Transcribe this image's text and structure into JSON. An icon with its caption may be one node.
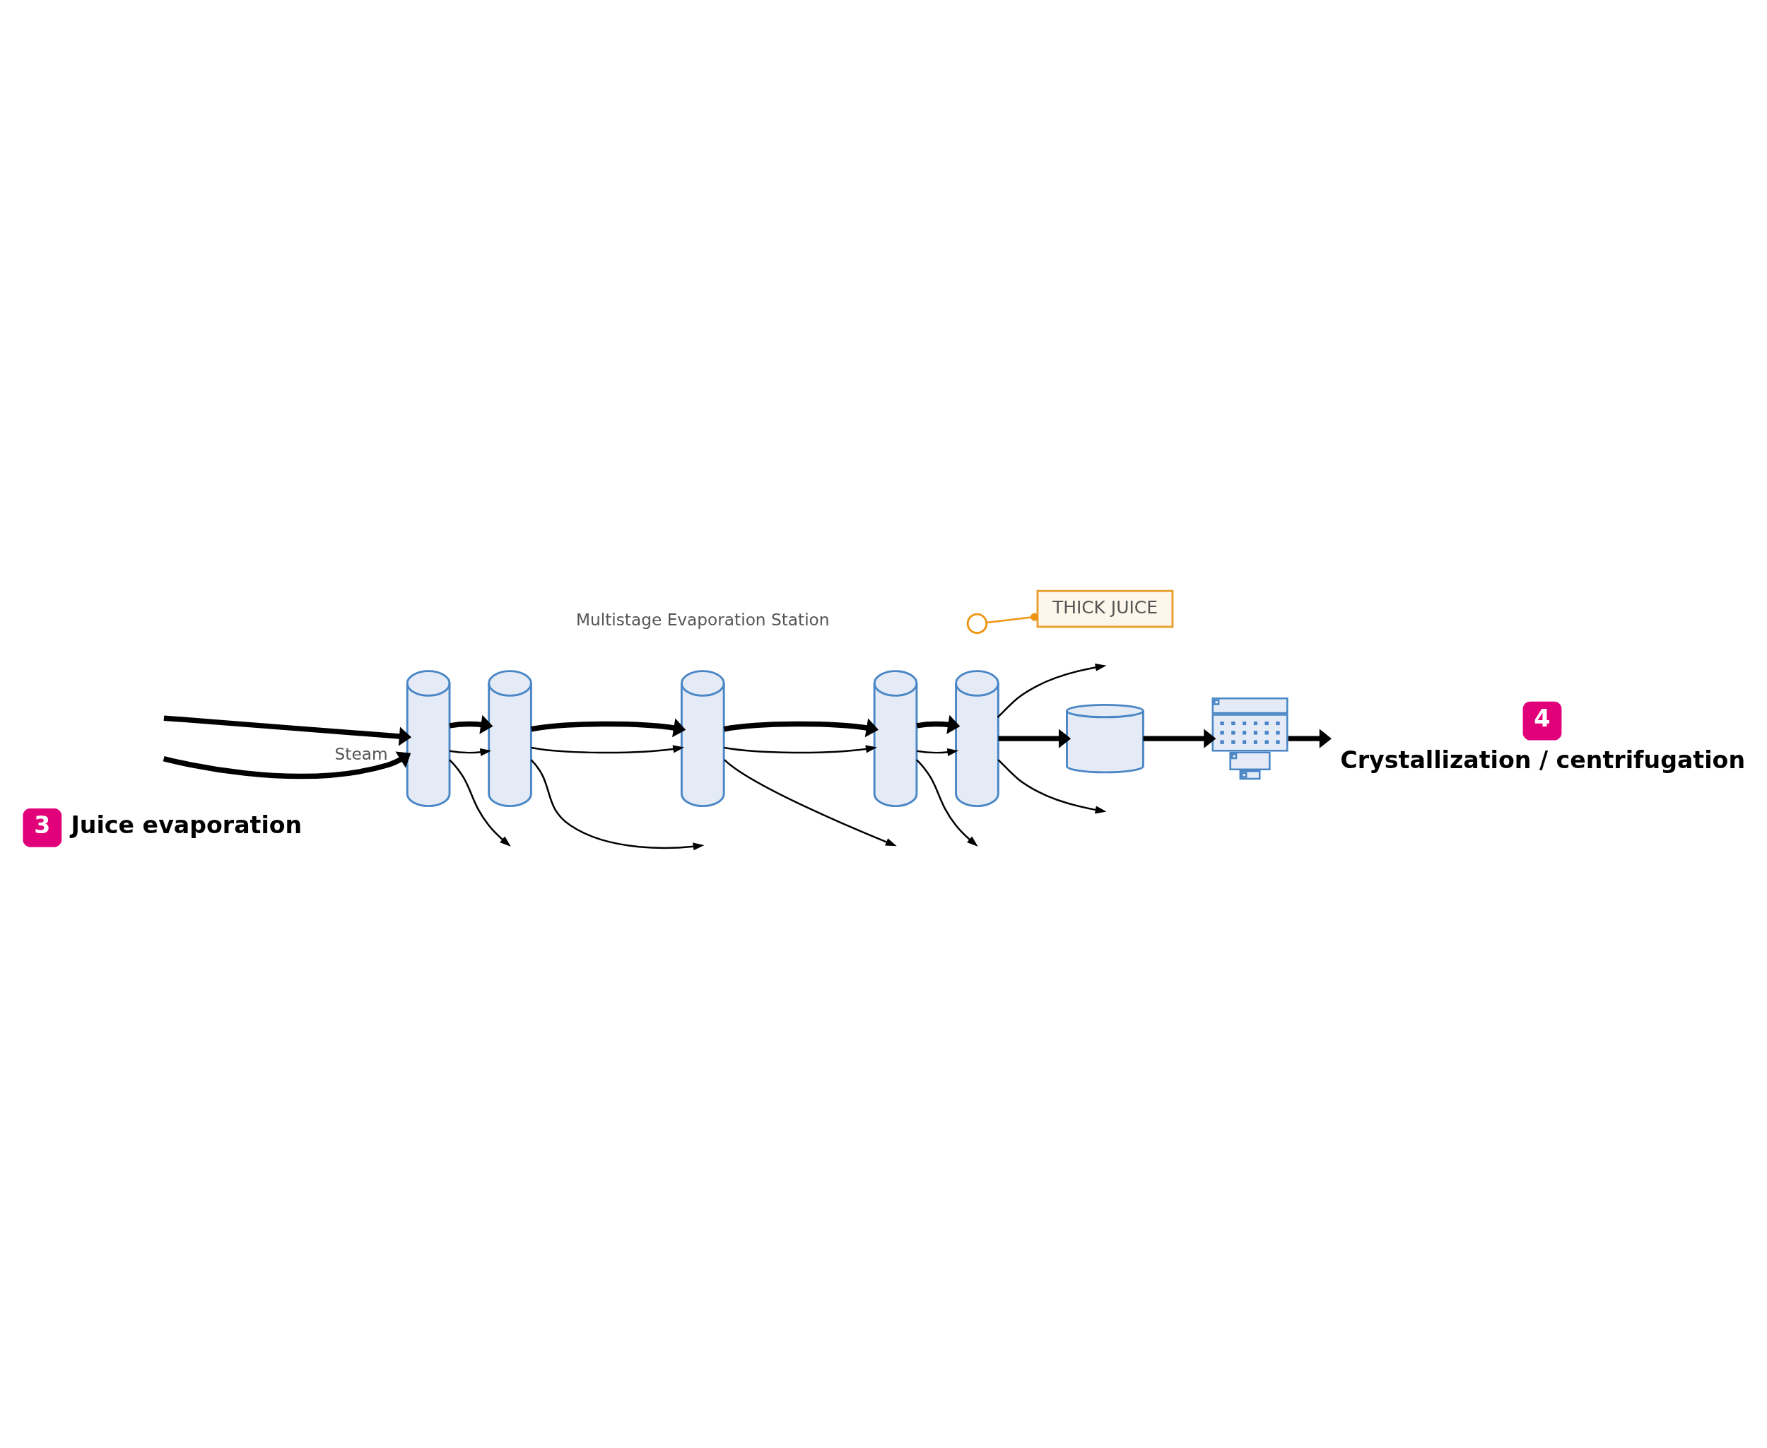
{
  "diagram": {
    "nodes": [
      {
        "text": [
          "3",
          "Juice evaporation"
        ]
      },
      {
        "text": [],
        "shape": "cylinder"
      },
      {
        "text": [],
        "shape": "cylinder"
      },
      {
        "text": [],
        "shape": "cylinder"
      },
      {
        "text": [],
        "shape": "cylinder"
      },
      {
        "text": [],
        "shape": "cylinder"
      },
      {
        "text": [
          "THICK JUICE"
        ]
      },
      {
        "text": [],
        "shape": "circle"
      },
      {
        "text": [],
        "shape": "cylinder"
      },
      {
        "text": [],
        "shape": "picture"
      },
      {
        "text": [
          "4",
          "Crystallization / centrifugation"
        ]
      }
    ],
    "edges": [
      {
        "from": null,
        "to": 1,
        "arrow": "to",
        "style": "thick"
      },
      {
        "from": null,
        "to": 1,
        "arrow": "to",
        "label": "Steam",
        "style": "thick"
      },
      {
        "from": 1,
        "to": 2,
        "arrow": "to"
      },
      {
        "from": 2,
        "to": 3,
        "arrow": "to"
      },
      {
        "from": 3,
        "to": 4,
        "arrow": "to"
      },
      {
        "from": 4,
        "to": 5,
        "arrow": "to"
      },
      {
        "from": 5,
        "to": null,
        "arrow": "to"
      },
      {
        "from": 1,
        "to": 2,
        "arrow": "to",
        "style": "thick"
      },
      {
        "from": 2,
        "to": 3,
        "arrow": "to",
        "style": "thick"
      },
      {
        "from": 3,
        "to": 4,
        "arrow": "to",
        "style": "thick"
      },
      {
        "from": 4,
        "to": 5,
        "arrow": "to",
        "style": "thick"
      },
      {
        "from": 1,
        "to": null,
        "arrow": "to"
      },
      {
        "from": 2,
        "to": null,
        "arrow": "to"
      },
      {
        "from": 3,
        "to": null,
        "arrow": "to"
      },
      {
        "from": 4,
        "to": null,
        "arrow": "to"
      },
      {
        "from": 5,
        "to": null,
        "arrow": "to"
      },
      {
        "from": 5,
        "to": 8,
        "arrow": "to",
        "style": "thick"
      },
      {
        "from": 6,
        "to": 7,
        "arrow": "other",
        "color": "#ee9512"
      },
      {
        "from": 8,
        "to": 9,
        "arrow": "to",
        "style": "thick"
      },
      {
        "from": 9,
        "to": 10,
        "arrow": "to",
        "style": "thick"
      }
    ],
    "labels": [
      "Multistage Evaporation Station"
    ]
  }
}
